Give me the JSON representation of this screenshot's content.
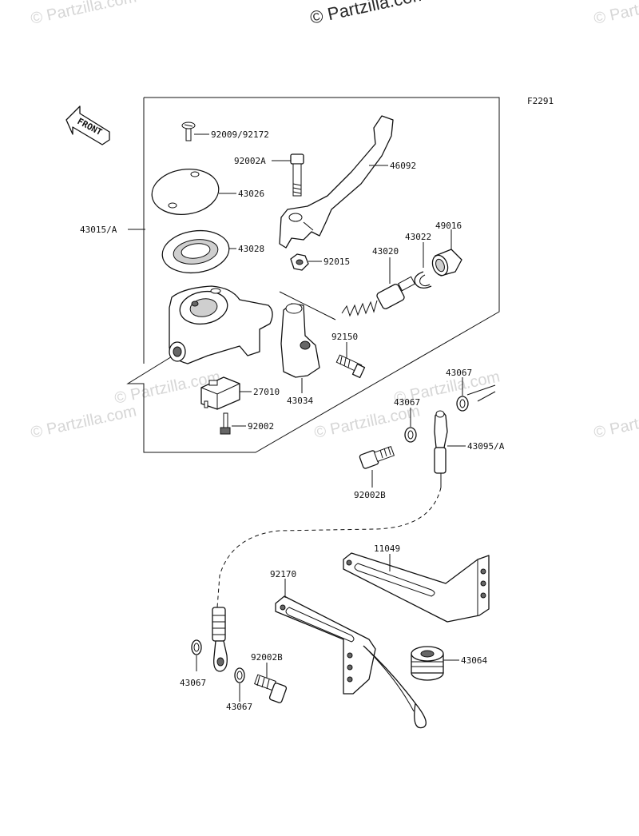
{
  "diagram": {
    "figure_code": "F2291",
    "watermark_top": "© Partzilla.com",
    "watermark": "© Partzilla.com",
    "front_arrow_label": "FRONT",
    "part_labels": {
      "p92009": "92009/92172",
      "p92002A": "92002A",
      "p46092": "46092",
      "p43026": "43026",
      "p43015A": "43015/A",
      "p43028": "43028",
      "p92015": "92015",
      "p43020": "43020",
      "p43022": "43022",
      "p49016": "49016",
      "p92150": "92150",
      "p43034": "43034",
      "p27010": "27010",
      "p92002": "92002",
      "p43067a": "43067",
      "p43067b": "43067",
      "p43095A": "43095/A",
      "p92002B_top": "92002B",
      "p11049": "11049",
      "p92170": "92170",
      "p43064": "43064",
      "p92002B_bot": "92002B",
      "p43067c": "43067",
      "p43067d": "43067"
    }
  }
}
